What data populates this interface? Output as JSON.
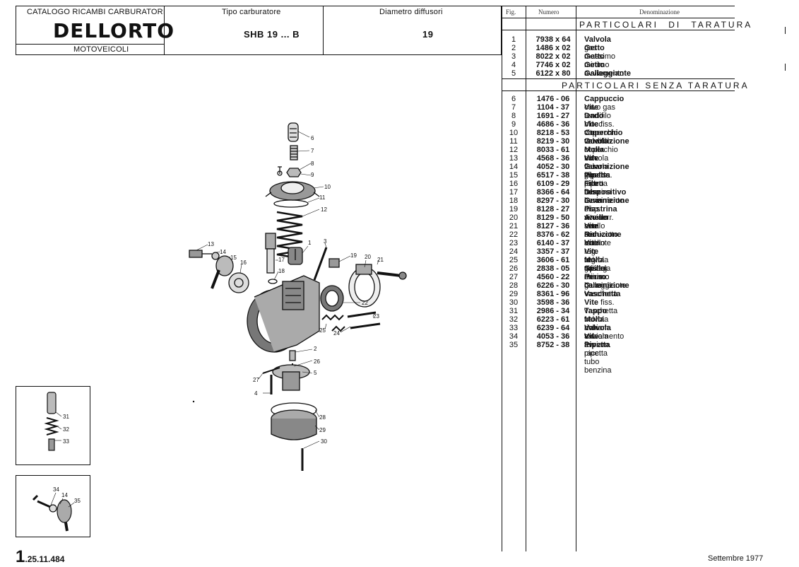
{
  "header": {
    "catalog_title": "CATALOGO RICAMBI CARBURATORI",
    "brand": "DELLORTO",
    "category": "MOTOVEICOLI",
    "type_label": "Tipo carburatore",
    "type_value": "SHB 19 ... B",
    "diffuser_label": "Diametro diffusori",
    "diffuser_value": "19"
  },
  "table": {
    "col_fig": "Fig.",
    "col_num": "Numero",
    "col_den": "Denominazione",
    "section_calibration": "PARTICOLARI DI TARATURA",
    "section_no_calibration": "PARTICOLARI SENZA TARATURA",
    "calibration_rows": [
      {
        "fig": "1",
        "num": "7938 x 64",
        "bold": "Valvola",
        "rest": " gas"
      },
      {
        "fig": "2",
        "num": "1486 x 02",
        "bold": "Getto",
        "rest": " massimo"
      },
      {
        "fig": "3",
        "num": "8022 x 02",
        "bold": "Getto",
        "rest": " minimo"
      },
      {
        "fig": "4",
        "num": "7746 x 02",
        "bold": "Getto",
        "rest": " avviamento"
      },
      {
        "fig": "5",
        "num": "6122 x 80",
        "bold": "Galleggiante",
        "rest": ""
      }
    ],
    "other_rows": [
      {
        "fig": "6",
        "num": "1476 - 06",
        "bold": "Cappuccio",
        "rest": " cavo gas"
      },
      {
        "fig": "7",
        "num": "1104 - 37",
        "bold": "Vite",
        "rest": " tendifilo"
      },
      {
        "fig": "8",
        "num": "1691 - 27",
        "bold": "Dado",
        "rest": " blocc. vite tendifilo"
      },
      {
        "fig": "9",
        "num": "4686 - 36",
        "bold": "Vite",
        "rest": " fiss. coperchio valvola"
      },
      {
        "fig": "10",
        "num": "8218 - 53",
        "bold": "Coperchio",
        "rest": " valvola"
      },
      {
        "fig": "11",
        "num": "8219 - 30",
        "bold": "Guarnizione",
        "rest": " coperchio valvola"
      },
      {
        "fig": "12",
        "num": "8033 - 61",
        "bold": "Molla",
        "rest": " rich. valvola gas"
      },
      {
        "fig": "13",
        "num": "4568 - 36",
        "bold": "Vite",
        "rest": " fiss. pipetta"
      },
      {
        "fig": "14",
        "num": "4052 - 30",
        "bold": "Guarnizione",
        "rest": " vite fiss. pipetta"
      },
      {
        "fig": "15",
        "num": "6517 - 38",
        "bold": "Pipetta",
        "rest": " racc. tubo benzina"
      },
      {
        "fig": "16",
        "num": "6109 - 29",
        "bold": "Filtro",
        "rest": " benzina"
      },
      {
        "fig": "17",
        "num": "8366 - 64",
        "bold": "Dispositivo",
        "rest": " avviamento"
      },
      {
        "fig": "18",
        "num": "8297 - 30",
        "bold": "Guarnizione",
        "rest": " disp. avviam."
      },
      {
        "fig": "19",
        "num": "8128 - 27",
        "bold": "Piastrina",
        "rest": " vite serr. anello"
      },
      {
        "fig": "20",
        "num": "8129 - 50",
        "bold": "Anello",
        "rest": " serr. manicotto"
      },
      {
        "fig": "21",
        "num": "8127 - 36",
        "bold": "Vite",
        "rest": " serr. anello"
      },
      {
        "fig": "22",
        "num": "8376 - 62",
        "bold": "Riduzione",
        "rest": " isolante"
      },
      {
        "fig": "23",
        "num": "6140 - 37",
        "bold": "Vite",
        "rest": " reg. valvola gas"
      },
      {
        "fig": "24",
        "num": "3357 - 37",
        "bold": "Vite",
        "rest": " reg. miscela minimo"
      },
      {
        "fig": "25",
        "num": "3606 - 61",
        "bold": "Molla",
        "rest": " viti reg. minimo"
      },
      {
        "fig": "26",
        "num": "2838 - 05",
        "bold": "Spillo",
        "rest": " chius. benzina"
      },
      {
        "fig": "27",
        "num": "4560 - 22",
        "bold": "Perno",
        "rest": " galleggiante"
      },
      {
        "fig": "28",
        "num": "6226 - 30",
        "bold": "Guarnizione",
        "rest": " vaschetta"
      },
      {
        "fig": "29",
        "num": "8361 - 96",
        "bold": "Vaschetta",
        "rest": ""
      },
      {
        "fig": "30",
        "num": "3598 - 36",
        "bold": "Vite",
        "rest": " fiss. vaschetta"
      },
      {
        "fig": "31",
        "num": "2986 - 34",
        "bold": "Tappo",
        "rest": " valvola avviam."
      },
      {
        "fig": "32",
        "num": "6223 - 61",
        "bold": "Molla",
        "rest": " rich. valvola avviam."
      },
      {
        "fig": "33",
        "num": "6239 - 64",
        "bold": "Valvola",
        "rest": " avviamento"
      },
      {
        "fig": "34",
        "num": "4053 - 36",
        "bold": "Vite",
        "rest": " fiss. pipetta"
      },
      {
        "fig": "35",
        "num": "8752 - 38",
        "bold": "Pipetta",
        "rest": " racc. tubo benzina"
      }
    ]
  },
  "diagram_labels": [
    "1",
    "2",
    "3",
    "4",
    "5",
    "6",
    "7",
    "8",
    "9",
    "10",
    "11",
    "12",
    "13",
    "14",
    "15",
    "16",
    "17",
    "18",
    "19",
    "20",
    "21",
    "22",
    "23",
    "24",
    "25",
    "26",
    "27",
    "28",
    "29",
    "30"
  ],
  "inset1_labels": [
    "31",
    "32",
    "33"
  ],
  "inset2_labels": [
    "34",
    "14",
    "35"
  ],
  "footer": {
    "code_prefix": "1",
    "code_rest": ".25.11.484",
    "date": "Settembre 1977"
  }
}
